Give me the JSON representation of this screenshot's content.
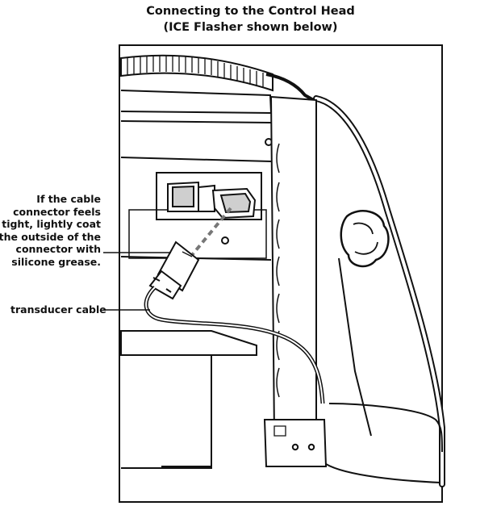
{
  "figure": {
    "title_line1": "Connecting to the Control Head",
    "title_line2": "(ICE Flasher shown below)"
  },
  "callouts": {
    "grease_note": [
      "If the cable",
      "connector feels",
      "tight, lightly coat",
      "the outside of the",
      "connector with",
      "silicone grease."
    ],
    "transducer_cable": "transducer cable"
  },
  "colors": {
    "line": "#111111",
    "background": "#ffffff",
    "shading": "#d9d9d9"
  }
}
